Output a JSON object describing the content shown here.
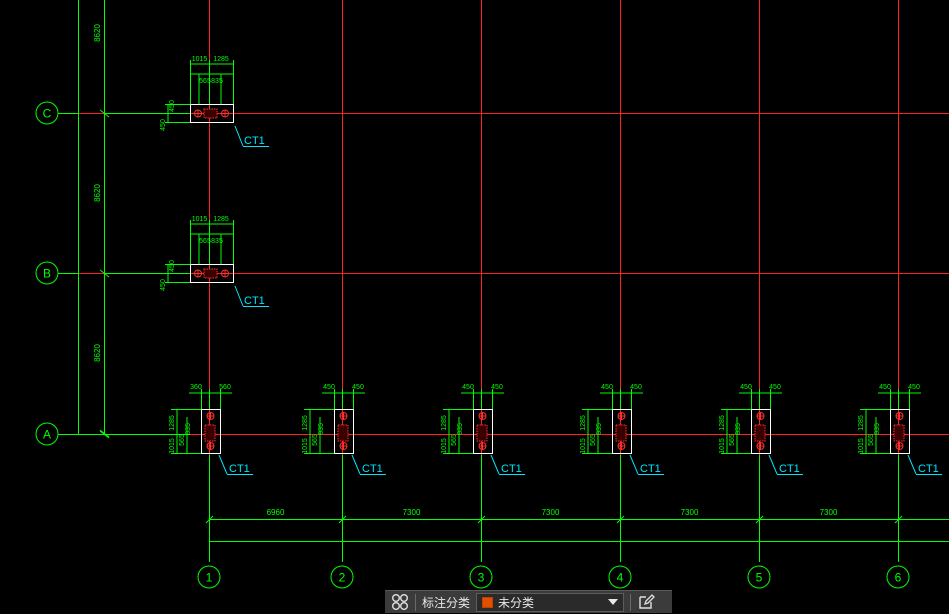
{
  "colors": {
    "grid": "#ff2020",
    "dim": "#00ff00",
    "bubble": "#00ff00",
    "label": "#00e5ff",
    "column": "#ffffff",
    "pile": "#ff3030",
    "swatch": "#e05000"
  },
  "row_axes": [
    "C",
    "B",
    "A"
  ],
  "col_axes": [
    "1",
    "2",
    "3",
    "4",
    "5",
    "6"
  ],
  "row_spacing_labels": [
    "8620",
    "8620",
    "8620"
  ],
  "col_spacing_labels": [
    "6960",
    "7300",
    "7300",
    "7300",
    "7300"
  ],
  "caps": [
    {
      "col": "1",
      "row": "C",
      "type": "upper",
      "label": "CT1",
      "top": [
        "1015",
        "1285"
      ],
      "inner": [
        "565",
        "835"
      ],
      "side": [
        "450",
        "450"
      ]
    },
    {
      "col": "1",
      "row": "B",
      "type": "upper",
      "label": "CT1",
      "top": [
        "1015",
        "1285"
      ],
      "inner": [
        "565",
        "835"
      ],
      "side": [
        "450",
        "450"
      ]
    },
    {
      "col": "1",
      "row": "A",
      "type": "lower",
      "label": "CT1",
      "top": [
        "360",
        "560"
      ],
      "side": [
        "1285",
        "1015"
      ],
      "inner": [
        "835",
        "565"
      ]
    },
    {
      "col": "2",
      "row": "A",
      "type": "lower",
      "label": "CT1",
      "top": [
        "450",
        "450"
      ],
      "side": [
        "1285",
        "1015"
      ],
      "inner": [
        "835",
        "565"
      ]
    },
    {
      "col": "3",
      "row": "A",
      "type": "lower",
      "label": "CT1",
      "top": [
        "450",
        "450"
      ],
      "side": [
        "1285",
        "1015"
      ],
      "inner": [
        "835",
        "565"
      ]
    },
    {
      "col": "4",
      "row": "A",
      "type": "lower",
      "label": "CT1",
      "top": [
        "450",
        "450"
      ],
      "side": [
        "1285",
        "1015"
      ],
      "inner": [
        "835",
        "565"
      ]
    },
    {
      "col": "5",
      "row": "A",
      "type": "lower",
      "label": "CT1",
      "top": [
        "450",
        "450"
      ],
      "side": [
        "1285",
        "1015"
      ],
      "inner": [
        "835",
        "565"
      ]
    },
    {
      "col": "6",
      "row": "A",
      "type": "lower",
      "label": "CT1",
      "top": [
        "450",
        "450"
      ],
      "side": [
        "1285",
        "1015"
      ],
      "inner": [
        "835",
        "565"
      ]
    }
  ],
  "toolbar": {
    "grid_icon": "grid-settings-icon",
    "label": "标注分类",
    "selected": "未分类",
    "edit_icon": "edit-icon"
  }
}
